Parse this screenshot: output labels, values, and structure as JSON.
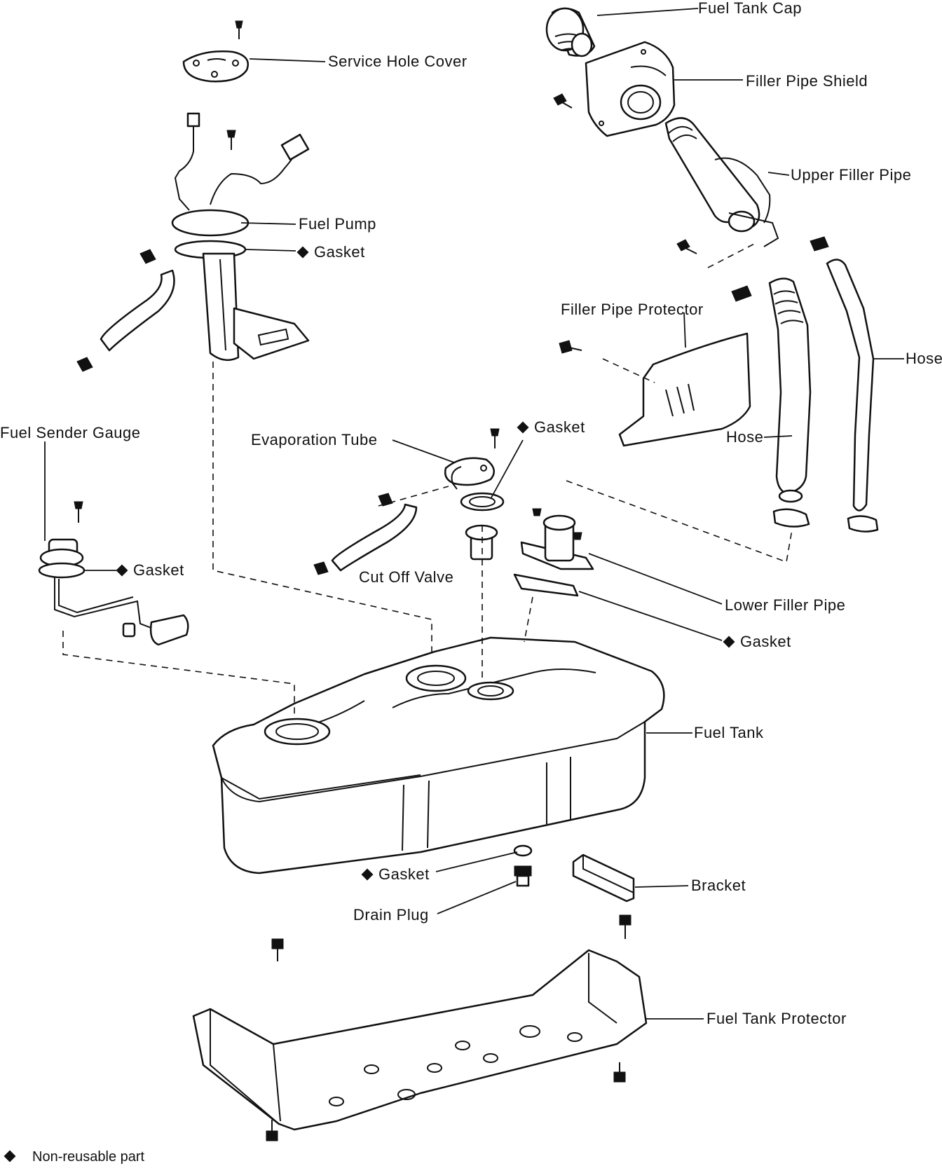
{
  "labels": {
    "fuel_tank_cap": "Fuel Tank Cap",
    "service_hole_cover": "Service Hole Cover",
    "filler_pipe_shield": "Filler Pipe Shield",
    "upper_filler_pipe": "Upper Filler Pipe",
    "fuel_pump": "Fuel Pump",
    "gasket_pump": "Gasket",
    "filler_pipe_protector": "Filler Pipe Protector",
    "hose_right": "Hose",
    "hose_mid": "Hose",
    "fuel_sender_gauge": "Fuel Sender Gauge",
    "evaporation_tube": "Evaporation Tube",
    "gasket_evap": "Gasket",
    "gasket_sender": "Gasket",
    "cut_off_valve": "Cut Off Valve",
    "lower_filler_pipe": "Lower Filler Pipe",
    "gasket_lower_filler": "Gasket",
    "fuel_tank": "Fuel Tank",
    "gasket_drain": "Gasket",
    "bracket": "Bracket",
    "drain_plug": "Drain Plug",
    "fuel_tank_protector": "Fuel Tank Protector"
  },
  "legend": {
    "text": "Non-reusable part"
  }
}
